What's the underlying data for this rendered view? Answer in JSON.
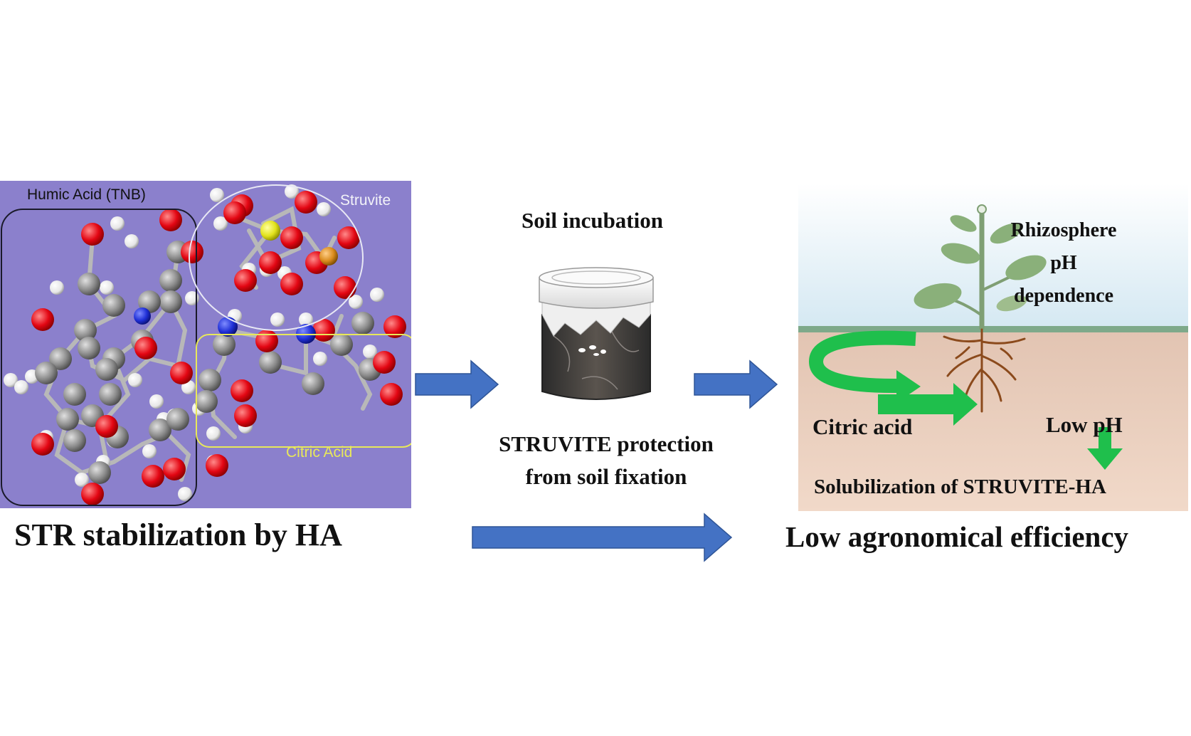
{
  "molecule_panel": {
    "humic_label": "Humic Acid (TNB)",
    "struvite_label": "Struvite",
    "citric_label": "Citric Acid",
    "caption": "STR stabilization by HA",
    "colors": {
      "background": "#8b80cc",
      "oxygen": "#e30613",
      "carbon": "#8c8c8c",
      "hydrogen": "#eeeeee",
      "nitrogen": "#1f2fd6",
      "magnesium": "#e2e21c",
      "phosphorus": "#d98a1c"
    }
  },
  "middle": {
    "title": "Soil incubation",
    "caption_line1": "STRUVITE protection",
    "caption_line2": "from soil fixation"
  },
  "plant_panel": {
    "rhizosphere_line1": "Rhizosphere",
    "rhizosphere_line2": "pH",
    "rhizosphere_line3": "dependence",
    "citric_acid": "Citric acid",
    "low_ph": "Low pH",
    "solubilization": "Solubilization of STRUVITE-HA",
    "caption": "Low agronomical efficiency",
    "colors": {
      "sky": "#dcebf3",
      "ground_line": "#7ea98a",
      "soil": "#efd2c2",
      "arrow": "#1fbf4c",
      "root": "#8b4a1c",
      "leaf": "#8ab07a"
    }
  },
  "arrows": {
    "color": "#4472c4"
  }
}
